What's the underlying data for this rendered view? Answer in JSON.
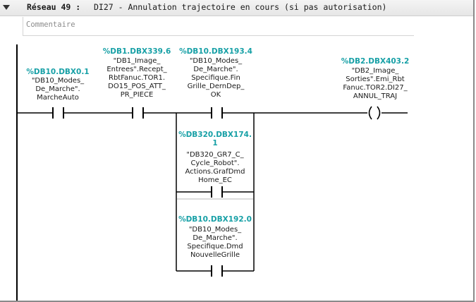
{
  "network": {
    "title": "Réseau 49 :",
    "description": "DI27 - Annulation trajectoire en cours (si pas autorisation)",
    "comment_placeholder": "Commentaire"
  },
  "contacts": [
    {
      "address": "%DB10.DBX0.1",
      "lines": [
        "\"DB10_Modes_",
        "De_Marche\".",
        "MarcheAuto"
      ]
    },
    {
      "address": "%DB1.DBX339.6",
      "lines": [
        "\"DB1_Image_",
        "Entrees\".Recept_",
        "RbtFanuc.TOR1.",
        "DO15_POS_ATT_",
        "PR_PIECE"
      ]
    },
    {
      "address": "%DB10.DBX193.4",
      "lines": [
        "\"DB10_Modes_",
        "De_Marche\".",
        "Specifique.Fin",
        "Grille_DernDep_",
        "OK"
      ]
    },
    {
      "address_lines": [
        "%DB320.DBX174.",
        "1"
      ],
      "lines": [
        "\"DB320_GR7_C_",
        "Cycle_Robot\".",
        "Actions.GrafDmd",
        "Home_EC"
      ]
    },
    {
      "address": "%DB10.DBX192.0",
      "lines": [
        "\"DB10_Modes_",
        "De_Marche\".",
        "Specifique.Dmd",
        "NouvelleGrille"
      ]
    }
  ],
  "coil": {
    "address": "%DB2.DBX403.2",
    "lines": [
      "\"DB2_Image_",
      "Sorties\".Emi_Rbt",
      "Fanuc.TOR2.DI27_",
      "ANNUL_TRAJ"
    ]
  }
}
